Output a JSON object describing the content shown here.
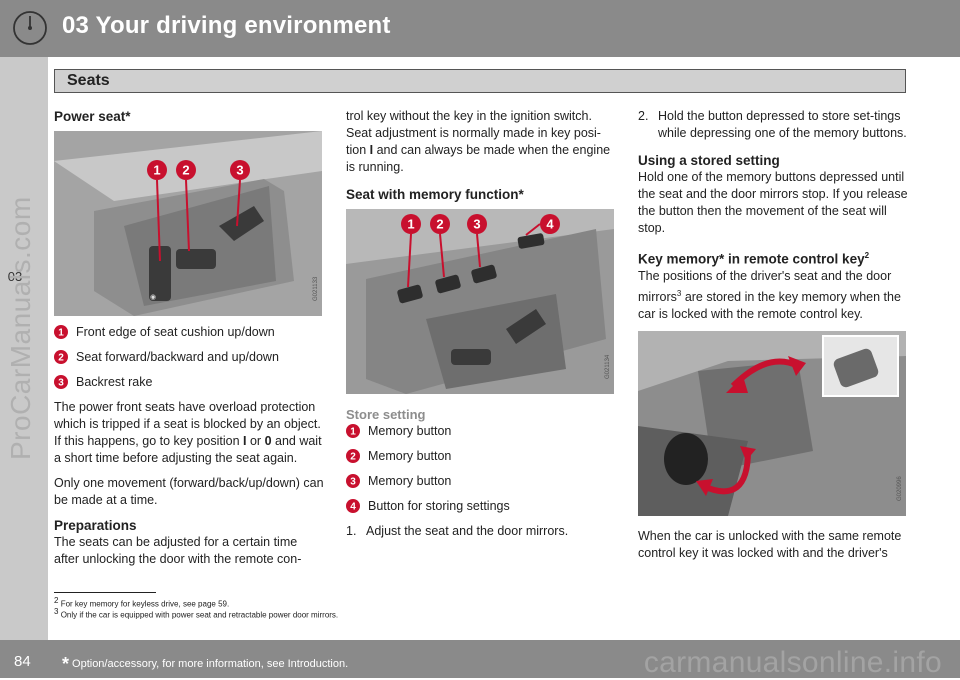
{
  "header": {
    "chapter_title": "03 Your driving environment",
    "section_title": "Seats",
    "side_tab_number": "03"
  },
  "col1": {
    "heading": "Power seat*",
    "figure_code": "G021133",
    "callouts": [
      {
        "number": "1",
        "text": "Front edge of seat cushion up/down"
      },
      {
        "number": "2",
        "text": "Seat forward/backward and up/down"
      },
      {
        "number": "3",
        "text": "Backrest rake"
      }
    ],
    "para1_a": "The power front seats have overload protection which is tripped if a seat is blocked by an object. If this happens, go to key position ",
    "para1_key_i": "I",
    "para1_or": " or ",
    "para1_key_0": "0",
    "para1_b": " and wait a short time before adjusting the seat again.",
    "para2": "Only one movement (forward/back/up/down) can be made at a time.",
    "preparations_heading": "Preparations",
    "preparations_text": "The seats can be adjusted for a certain time after unlocking the door with the remote con-"
  },
  "col2": {
    "continuation_a": "trol key without the key in the ignition switch. Seat adjustment is normally made in key posi-tion ",
    "continuation_key": "I",
    "continuation_b": " and can always be made when the engine is running.",
    "memory_heading": "Seat with memory function*",
    "figure_code": "G021134",
    "store_heading": "Store setting",
    "callouts": [
      {
        "number": "1",
        "text": "Memory button"
      },
      {
        "number": "2",
        "text": "Memory button"
      },
      {
        "number": "3",
        "text": "Memory button"
      },
      {
        "number": "4",
        "text": "Button for storing settings"
      }
    ],
    "step1_number": "1.",
    "step1_text": "Adjust the seat and the door mirrors."
  },
  "col3": {
    "step2_number": "2.",
    "step2_text": "Hold the button depressed to store set-tings while depressing one of the memory buttons.",
    "using_heading": "Using a stored setting",
    "using_text": "Hold one of the memory buttons depressed until the seat and the door mirrors stop. If you release the button then the movement of the seat will stop.",
    "keymem_heading": "Key memory* in remote control key",
    "keymem_sup": "2",
    "keymem_text_a": "The positions of the driver's seat and the door mirrors",
    "keymem_text_sup": "3",
    "keymem_text_b": " are stored in the key memory when the car is locked with the remote control key.",
    "figure_code": "G020996",
    "closing_text": "When the car is unlocked with the same remote control key it was locked with and the driver's"
  },
  "footnotes": [
    {
      "number": "2",
      "text": "For key memory for keyless drive, see page 59."
    },
    {
      "number": "3",
      "text": "Only if the car is equipped with power seat and retractable power door mirrors."
    }
  ],
  "footer": {
    "page_number": "84",
    "note": "Option/accessory, for more information, see Introduction.",
    "star": "*"
  },
  "watermarks": {
    "side": "ProCarManuals.com",
    "bottom": "carmanualsonline.info"
  },
  "colors": {
    "badge_red": "#c8102e",
    "bar_grey": "#8a8a8a",
    "tab_grey": "#c9c9c9"
  }
}
